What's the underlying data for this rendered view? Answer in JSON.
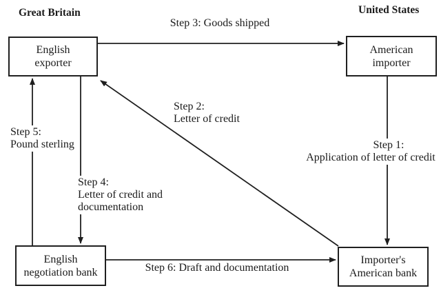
{
  "regions": {
    "left": "Great Britain",
    "right": "United States"
  },
  "nodes": {
    "exporter": {
      "line1": "English",
      "line2": "exporter"
    },
    "importer": {
      "line1": "American",
      "line2": "importer"
    },
    "negotiation_bank": {
      "line1": "English",
      "line2": "negotiation bank"
    },
    "american_bank": {
      "line1": "Importer's",
      "line2": "American bank"
    }
  },
  "steps": {
    "step1": {
      "title": "Step 1:",
      "desc": "Application of letter of credit"
    },
    "step2": {
      "title": "Step 2:",
      "desc": "Letter of credit"
    },
    "step3": {
      "label": "Step 3: Goods shipped"
    },
    "step4": {
      "title": "Step 4:",
      "desc_line1": "Letter of credit and",
      "desc_line2": "documentation"
    },
    "step5": {
      "title": "Step 5:",
      "desc": "Pound sterling"
    },
    "step6": {
      "label": "Step 6: Draft and documentation"
    }
  },
  "edges": [
    {
      "step": "Step 1",
      "from": "American importer",
      "to": "Importer's American bank"
    },
    {
      "step": "Step 2",
      "from": "Importer's American bank",
      "to": "English exporter"
    },
    {
      "step": "Step 3",
      "from": "English exporter",
      "to": "American importer"
    },
    {
      "step": "Step 4",
      "from": "English exporter",
      "to": "English negotiation bank"
    },
    {
      "step": "Step 5",
      "from": "English negotiation bank",
      "to": "English exporter"
    },
    {
      "step": "Step 6",
      "from": "English negotiation bank",
      "to": "Importer's American bank"
    }
  ],
  "colors": {
    "background": "#ffffff",
    "line": "#1f1f1f",
    "text": "#1a1a1a",
    "box_border": "#1f1f1f"
  }
}
